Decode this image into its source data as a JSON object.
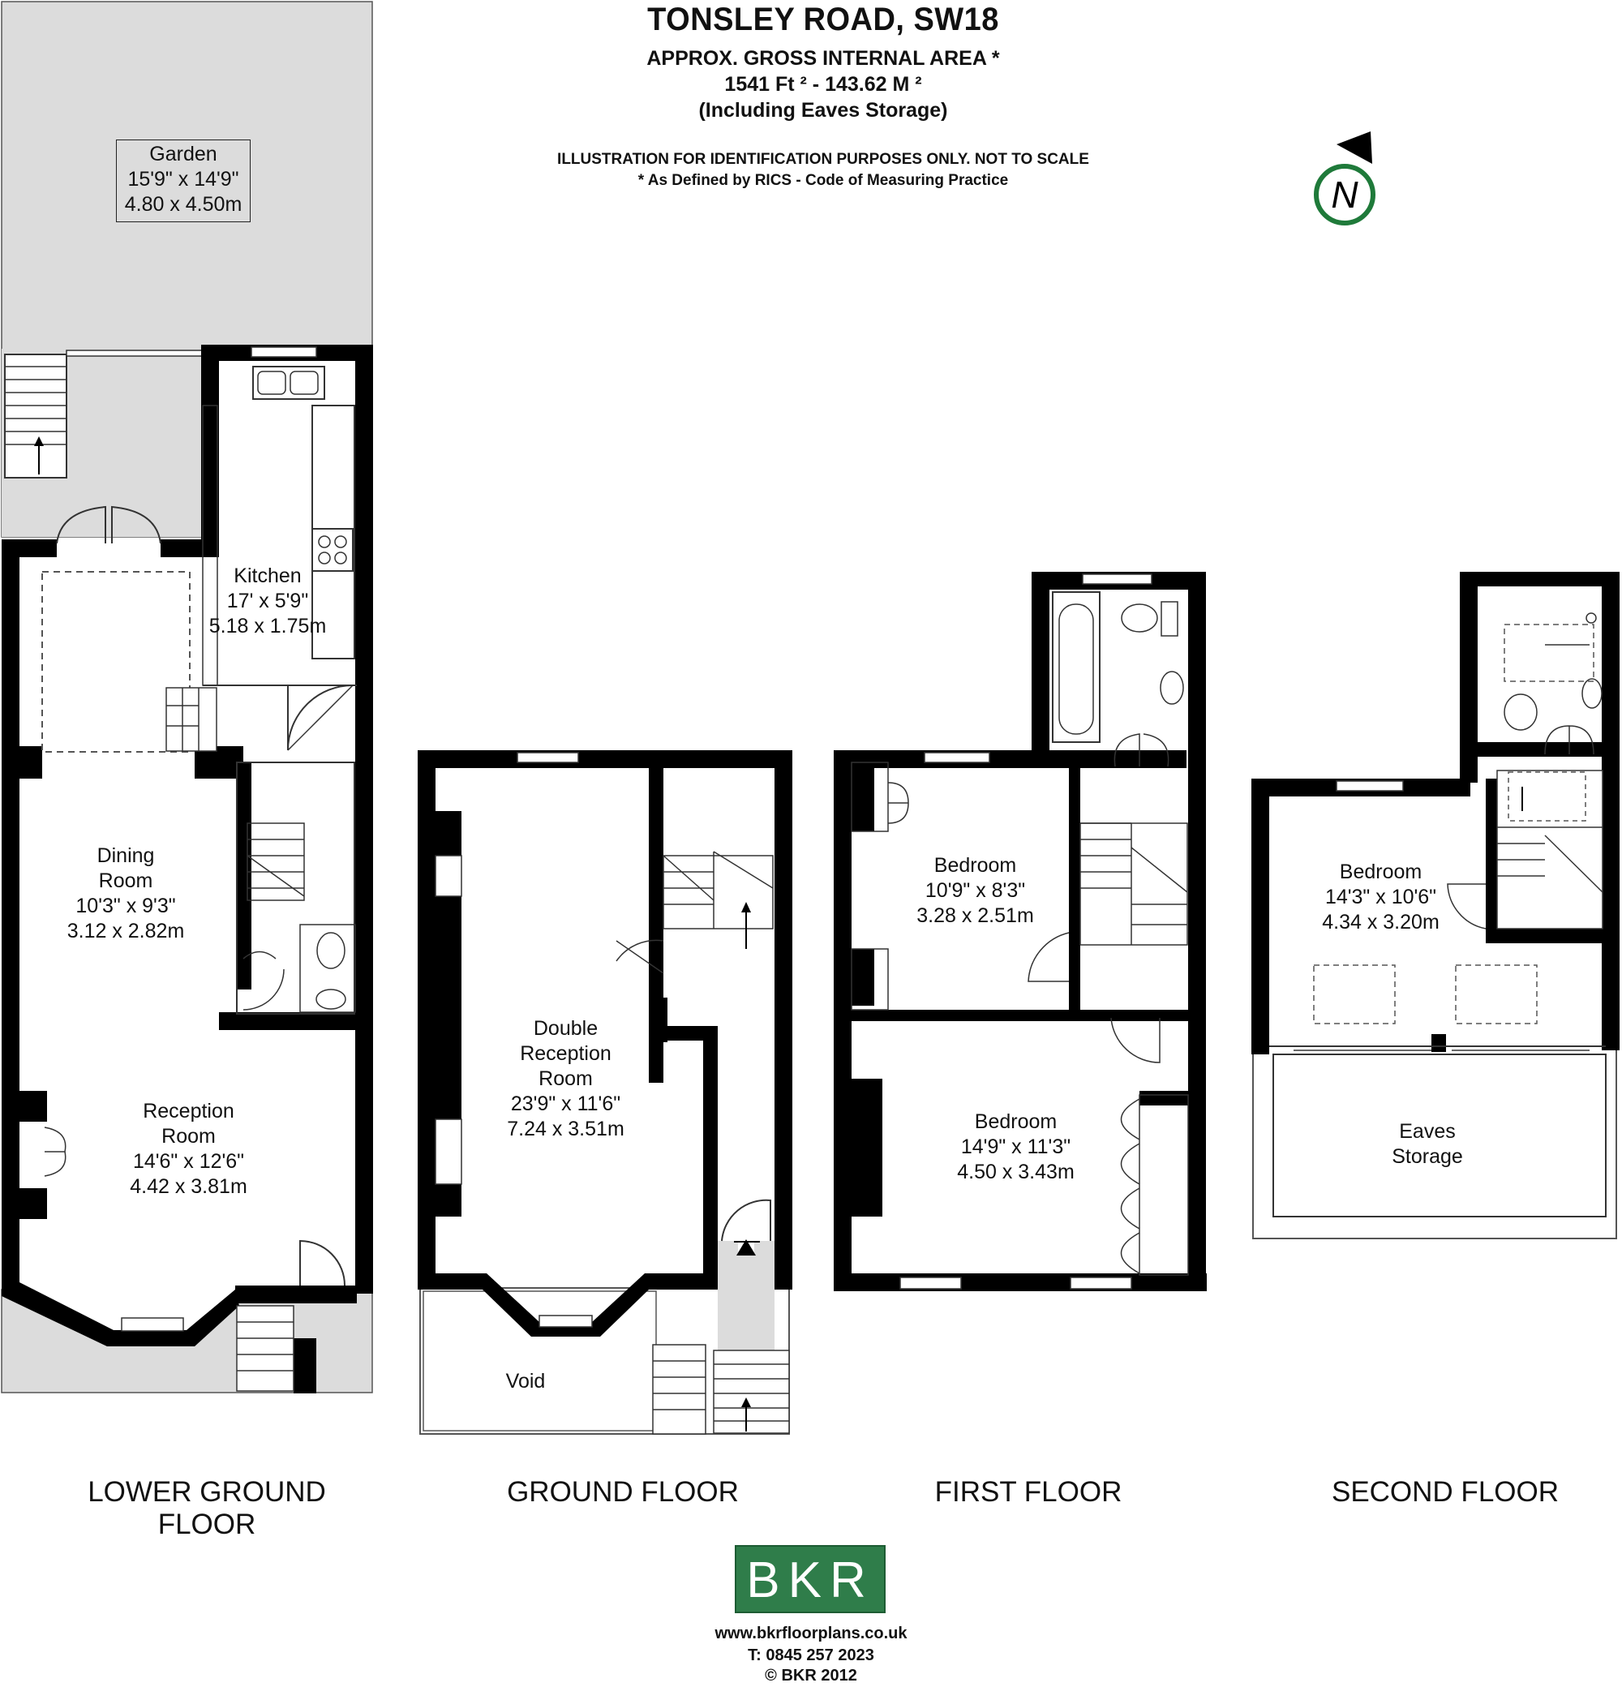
{
  "header": {
    "title": "TONSLEY ROAD, SW18",
    "area_label": "APPROX. GROSS INTERNAL  AREA *",
    "area_value": "1541 Ft ²  -  143.62 M ²",
    "area_note": "(Including Eaves Storage)",
    "disclaimer": "ILLUSTRATION FOR IDENTIFICATION PURPOSES ONLY. NOT TO SCALE",
    "rics_note": "* As Defined by RICS - Code of Measuring Practice"
  },
  "compass": {
    "letter": "N",
    "color": "#1f7a3a"
  },
  "rooms": {
    "garden": {
      "name": "Garden",
      "imperial": "15'9\" x 14'9\"",
      "metric": "4.80 x 4.50m"
    },
    "kitchen": {
      "name": "Kitchen",
      "imperial": "17' x 5'9\"",
      "metric": "5.18 x 1.75m"
    },
    "dining": {
      "name_line1": "Dining",
      "name_line2": "Room",
      "imperial": "10'3\" x 9'3\"",
      "metric": "3.12 x 2.82m"
    },
    "reception": {
      "name_line1": "Reception",
      "name_line2": "Room",
      "imperial": "14'6\" x 12'6\"",
      "metric": "4.42 x 3.81m"
    },
    "double_reception": {
      "name_line1": "Double",
      "name_line2": "Reception",
      "name_line3": "Room",
      "imperial": "23'9\" x 11'6\"",
      "metric": "7.24 x 3.51m"
    },
    "void": {
      "name": "Void"
    },
    "bedroom_first_small": {
      "name": "Bedroom",
      "imperial": "10'9\" x 8'3\"",
      "metric": "3.28 x 2.51m"
    },
    "bedroom_first_large": {
      "name": "Bedroom",
      "imperial": "14'9\" x 11'3\"",
      "metric": "4.50 x 3.43m"
    },
    "bedroom_second": {
      "name": "Bedroom",
      "imperial": "14'3\" x 10'6\"",
      "metric": "4.34 x 3.20m"
    },
    "eaves": {
      "name_line1": "Eaves",
      "name_line2": "Storage"
    }
  },
  "floors": {
    "lower_ground": "LOWER GROUND FLOOR",
    "ground": "GROUND FLOOR",
    "first": "FIRST FLOOR",
    "second": "SECOND FLOOR"
  },
  "branding": {
    "logo_text": "BKR",
    "logo_color": "#2f7d4a",
    "website": "www.bkrfloorplans.co.uk",
    "phone": "T:  0845 257 2023",
    "copyright": "©  BKR 2012"
  },
  "colors": {
    "wall": "#000000",
    "outdoor": "#dcdcdc"
  }
}
